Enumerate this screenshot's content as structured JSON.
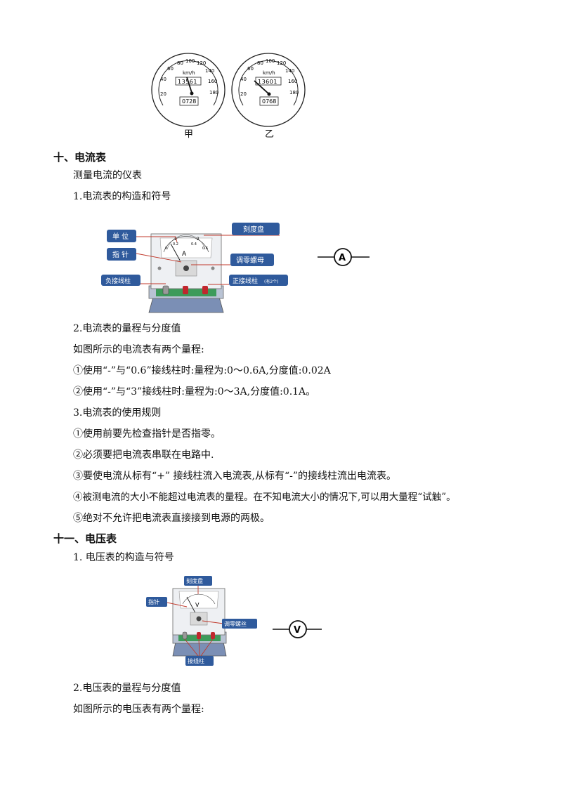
{
  "speedometers": {
    "left": {
      "ticks": [
        "20",
        "40",
        "60",
        "80",
        "100",
        "120",
        "140",
        "160",
        "180"
      ],
      "unit": "km/h",
      "odometer": "13561",
      "trip": "0728",
      "caption": "甲"
    },
    "right": {
      "ticks": [
        "20",
        "40",
        "60",
        "80",
        "100",
        "120",
        "140",
        "160",
        "180"
      ],
      "unit": "km/h",
      "odometer": "13601",
      "trip": "0768",
      "caption": "乙"
    }
  },
  "section10": {
    "heading": "十、电流表",
    "intro": "测量电流的仪表",
    "sub1": "1.电流表的构造和符号",
    "figure": {
      "labels": {
        "unit": "单 位",
        "scale": "刻度盘",
        "pointer": "指 针",
        "zero": "调零螺母",
        "neg": "负接线柱",
        "pos": "正接线柱",
        "pos_note": "(有2个)"
      },
      "dial_letter": "A",
      "dial_ticks_top": [
        "1",
        "2"
      ],
      "dial_ticks_bottom": [
        "0",
        "0.2",
        "0.4",
        "0.6"
      ],
      "symbol": "A"
    },
    "sub2": "2.电流表的量程与分度值",
    "range_intro": "如图所示的电流表有两个量程:",
    "range1": "①使用“-”与“0.6”接线柱时:量程为:0～0.6A,分度值:0.02A",
    "range2": "②使用“-”与“3”接线柱时:量程为:0～3A,分度值:0.1A。",
    "sub3": "3.电流表的使用规则",
    "rules": [
      "①使用前要先检查指针是否指零。",
      "②必须要把电流表串联在电路中.",
      "③要使电流从标有“+” 接线柱流入电流表,从标有“-”的接线柱流出电流表。",
      "④被测电流的大小不能超过电流表的量程。在不知电流大小的情况下,可以用大量程“试触”。",
      "⑤绝对不允许把电流表直接接到电源的两极。"
    ]
  },
  "section11": {
    "heading": "十一、电压表",
    "sub1": "1. 电压表的构造与符号",
    "figure": {
      "labels": {
        "scale": "刻度盘",
        "pointer": "指针",
        "zero": "调零螺丝",
        "terminal": "接线柱"
      },
      "dial_letter": "V",
      "symbol": "V"
    },
    "sub2": "2.电压表的量程与分度值",
    "range_intro": "如图所示的电压表有两个量程:"
  },
  "colors": {
    "label_bg": "#2f5a9c",
    "label_text": "#ffffff",
    "leader": "#c0392b",
    "terminal_red": "#c0272d",
    "board_green": "#3d9b5a",
    "base_blue": "#7b8fb5"
  }
}
